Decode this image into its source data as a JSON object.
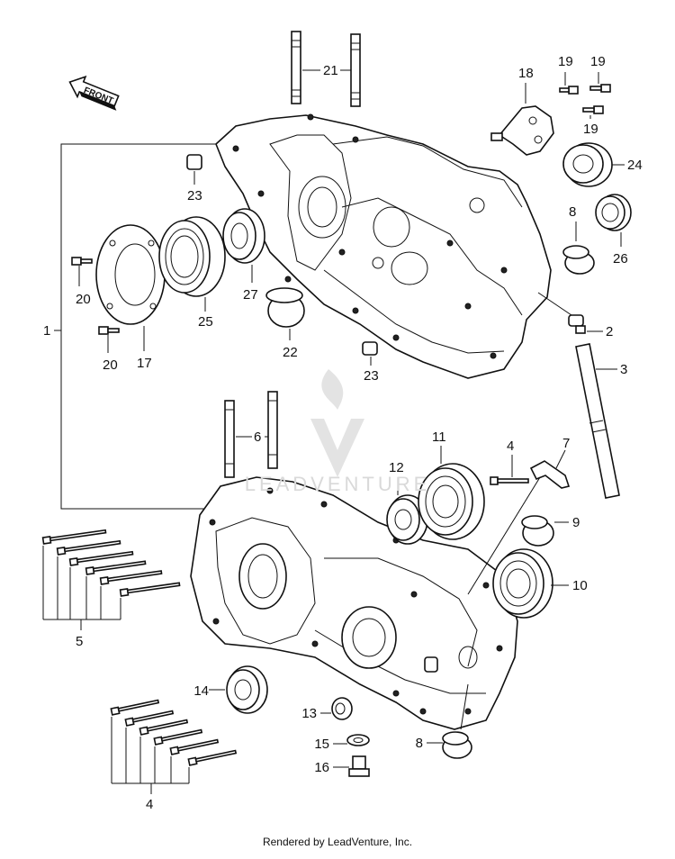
{
  "front_arrow": {
    "label": "FRONT"
  },
  "callouts": {
    "c1": "1",
    "c2": "2",
    "c3": "3",
    "c4a": "4",
    "c4b": "4",
    "c5": "5",
    "c6": "6",
    "c7": "7",
    "c8a": "8",
    "c8b": "8",
    "c9": "9",
    "c10": "10",
    "c11": "11",
    "c12": "12",
    "c13": "13",
    "c14": "14",
    "c15": "15",
    "c16": "16",
    "c17": "17",
    "c18": "18",
    "c19a": "19",
    "c19b": "19",
    "c19c": "19",
    "c20a": "20",
    "c20b": "20",
    "c21": "21",
    "c22": "22",
    "c23a": "23",
    "c23b": "23",
    "c24": "24",
    "c25": "25",
    "c26": "26",
    "c27": "27"
  },
  "watermark": {
    "text": "LEADVENTURE"
  },
  "footer": {
    "text": "Rendered by LeadVenture, Inc."
  },
  "colors": {
    "ink": "#111111",
    "watermark": "#d9d9d9",
    "background": "#ffffff"
  }
}
